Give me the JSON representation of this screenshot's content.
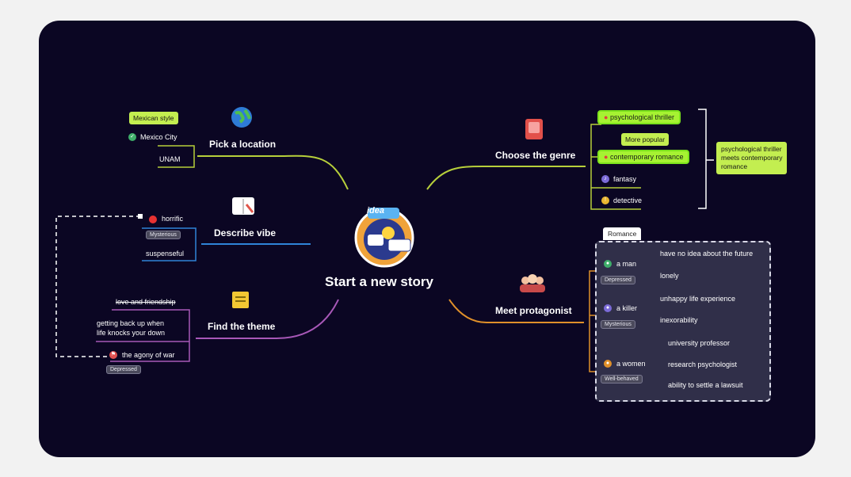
{
  "center": {
    "title": "Start a new story",
    "logo_word": "idea"
  },
  "location": {
    "title": "Pick a location",
    "note": "Mexican style",
    "items": [
      "Mexico City",
      "UNAM"
    ]
  },
  "vibe": {
    "title": "Describe vibe",
    "items": [
      "horrific",
      "suspenseful"
    ],
    "tag": "Mysterious"
  },
  "theme": {
    "title": "Find the theme",
    "items": [
      "love and friendship",
      "getting back up when",
      "life knocks your down",
      "the agony of war"
    ],
    "tag": "Depressed"
  },
  "genre": {
    "title": "Choose the genre",
    "items": [
      "psychological thriller",
      "contemporary romance",
      "fantasy",
      "detective"
    ],
    "note_popular": "More popular",
    "summary": [
      "psychological thriller",
      "meets contemporary",
      "romance"
    ]
  },
  "protagonist": {
    "title": "Meet protagonist",
    "box_tab": "Romance",
    "chars": [
      {
        "name": "a man",
        "tag": "Depressed",
        "traits": [
          "have no idea about the future",
          "lonely"
        ]
      },
      {
        "name": "a killer",
        "tag": "Mysterious",
        "traits": [
          "unhappy life experience",
          "inexorability"
        ]
      },
      {
        "name": "a women",
        "tag": "Well-behaved",
        "traits": [
          "university professor",
          "research psychologist",
          "ability to settle a lawsuit"
        ]
      }
    ]
  },
  "colors": {
    "location": "#b7cf3b",
    "vibe": "#2f84d8",
    "theme": "#a858b8",
    "genre": "#b7cf3b",
    "protagonist": "#e0902a",
    "background": "#0b0623"
  }
}
